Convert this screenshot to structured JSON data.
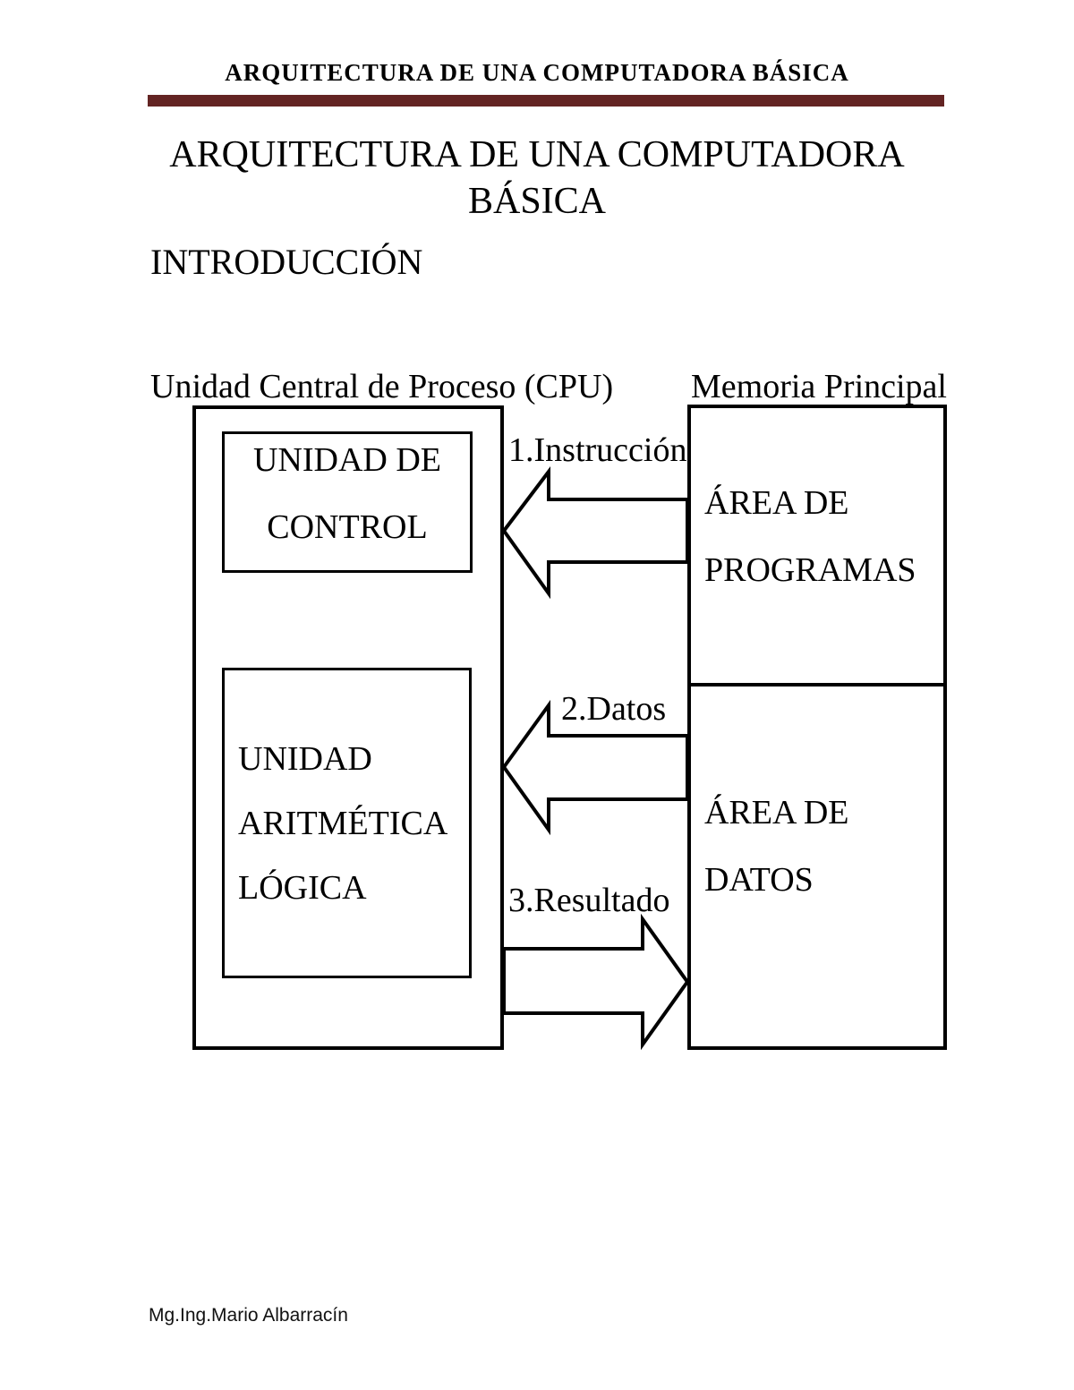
{
  "header": {
    "title": "ARQUITECTURA DE UNA COMPUTADORA BÁSICA"
  },
  "title": {
    "line1": "ARQUITECTURA DE UNA COMPUTADORA",
    "line2": "BÁSICA"
  },
  "section_heading": "INTRODUCCIÓN",
  "footer": {
    "author": "Mg.Ing.Mario Albarracín"
  },
  "colors": {
    "accent_bar": "#632423",
    "ink": "#000000",
    "paper": "#ffffff"
  },
  "diagram": {
    "cpu_label": "Unidad Central de Proceso (CPU)",
    "memory_label": "Memoria Principal",
    "control_unit": {
      "line1": "UNIDAD DE",
      "line2": "CONTROL"
    },
    "alu": {
      "line1": "UNIDAD",
      "line2": "ARITMÉTICA",
      "line3": "LÓGICA"
    },
    "program_area": {
      "line1": "ÁREA DE",
      "line2": "PROGRAMAS"
    },
    "data_area": {
      "line1": "ÁREA DE",
      "line2": "DATOS"
    },
    "arrows": [
      {
        "label": "1.Instrucción",
        "direction": "left"
      },
      {
        "label": "2.Datos",
        "direction": "left"
      },
      {
        "label": "3.Resultado",
        "direction": "right"
      }
    ]
  }
}
